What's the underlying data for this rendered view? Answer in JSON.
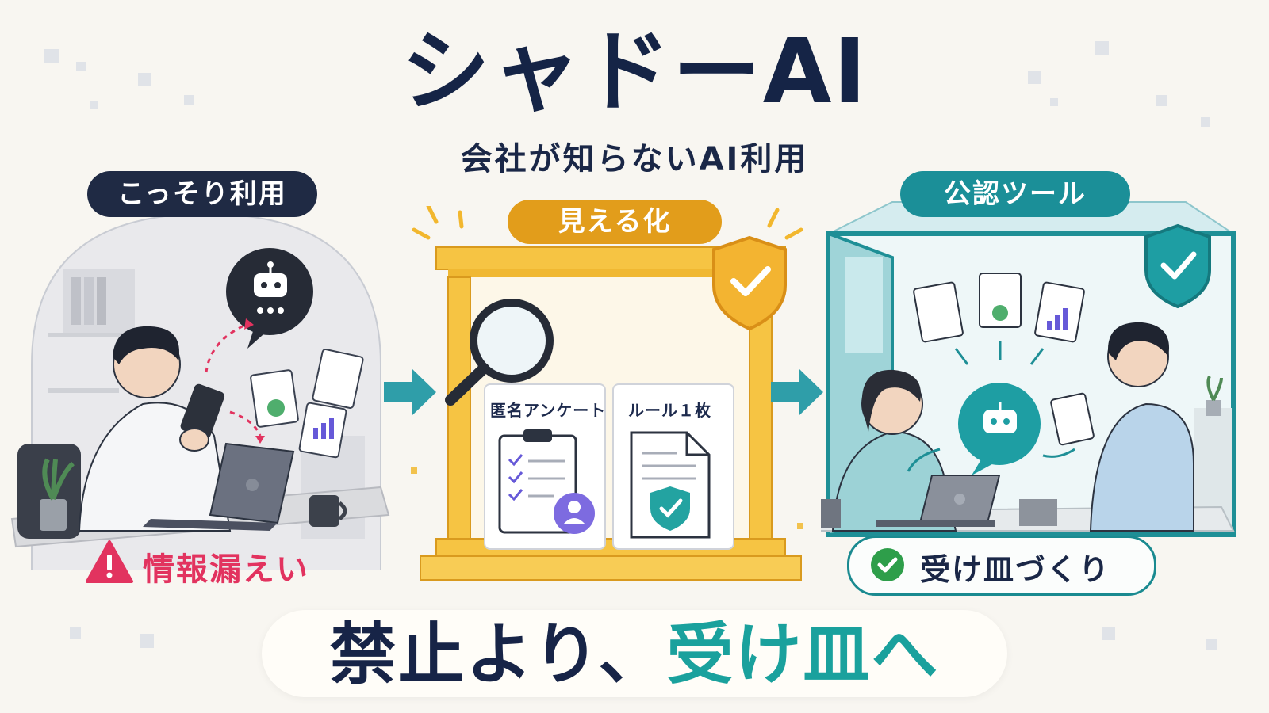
{
  "title": "シャドーAI",
  "subtitle": "会社が知らないAI利用",
  "panels": {
    "left": {
      "label": "こっそり利用",
      "warning": "情報漏えい"
    },
    "middle": {
      "label": "見える化",
      "card1_title": "匿名アンケート",
      "card2_title": "ルール１枚"
    },
    "right": {
      "label": "公認ツール",
      "badge": "受け皿づくり"
    }
  },
  "banner": {
    "part1": "禁止より、",
    "part2": "受け皿へ"
  },
  "colors": {
    "navy": "#1f2a44",
    "amber": "#e29d1b",
    "teal": "#1b8f98",
    "warning_red": "#e2335f",
    "accent_teal": "#1aa19d"
  },
  "icons": [
    "robot-icon",
    "shield-check-icon",
    "magnifier-icon",
    "warning-icon",
    "check-circle-icon",
    "arrow-right-icon"
  ]
}
